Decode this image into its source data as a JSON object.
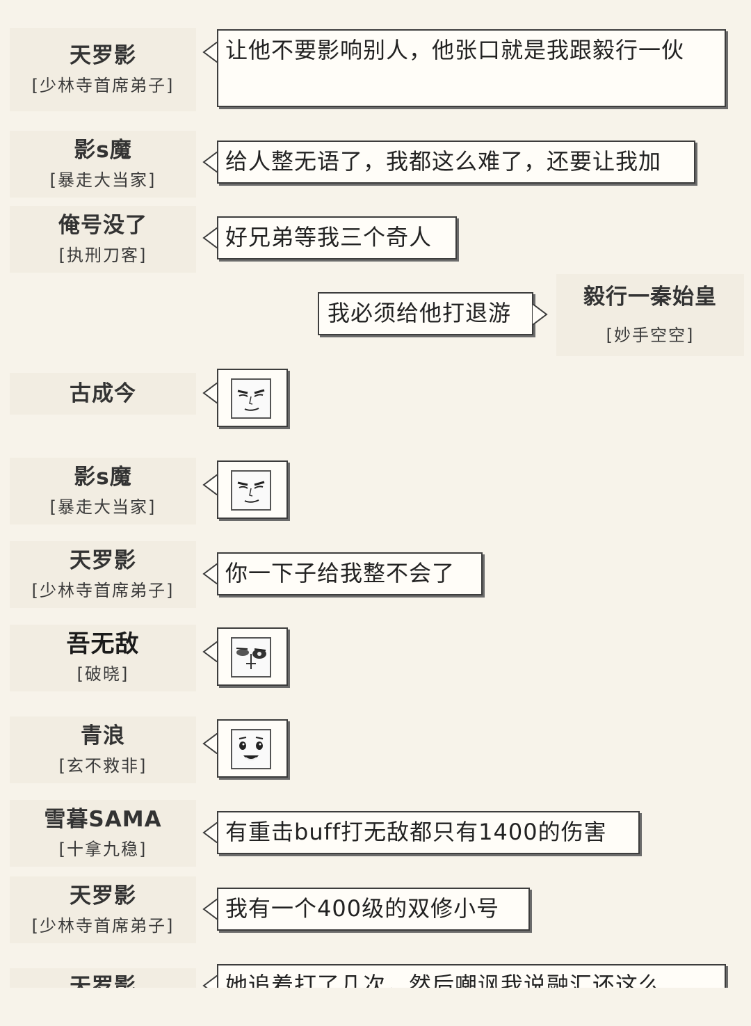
{
  "messages": [
    {
      "side": "left",
      "name": "天罗影",
      "title": "[少林寺首席弟子]",
      "text": "让他不要影响别人，他张口就是我跟毅行一伙"
    },
    {
      "side": "left",
      "name": "影s魔",
      "title": "[暴走大当家]",
      "text": "给人整无语了，我都这么难了，还要让我加"
    },
    {
      "side": "left",
      "name": "俺号没了",
      "title": "[执刑刀客]",
      "text": "好兄弟等我三个奇人"
    },
    {
      "side": "right",
      "name": "毅行一秦始皇",
      "title": "[妙手空空]",
      "text": "我必须给他打退游"
    },
    {
      "side": "left",
      "name": "古成今",
      "title": "",
      "sticker": "smug-face-icon"
    },
    {
      "side": "left",
      "name": "影s魔",
      "title": "[暴走大当家]",
      "sticker": "smug-face-icon"
    },
    {
      "side": "left",
      "name": "天罗影",
      "title": "[少林寺首席弟子]",
      "text": "你一下子给我整不会了"
    },
    {
      "side": "left",
      "name": "吾无敌",
      "title": "[破晓]",
      "sticker": "bruised-face-icon"
    },
    {
      "side": "left",
      "name": "青浪",
      "title": "[玄不救非]",
      "sticker": "laughing-face-icon"
    },
    {
      "side": "left",
      "name": "雪暮SAMA",
      "title": "[十拿九稳]",
      "text": "有重击buff打无敌都只有1400的伤害"
    },
    {
      "side": "left",
      "name": "天罗影",
      "title": "[少林寺首席弟子]",
      "text": "我有一个400级的双修小号"
    },
    {
      "side": "left",
      "name": "天罗影",
      "title": "",
      "text": "她追着打了几次，然后嘲讽我说融汇还这么"
    }
  ],
  "colors": {
    "background": "#f7f3ea",
    "sender_panel": "#f2ede2",
    "bubble": "#fffdf8",
    "border": "#3d3d3d"
  }
}
